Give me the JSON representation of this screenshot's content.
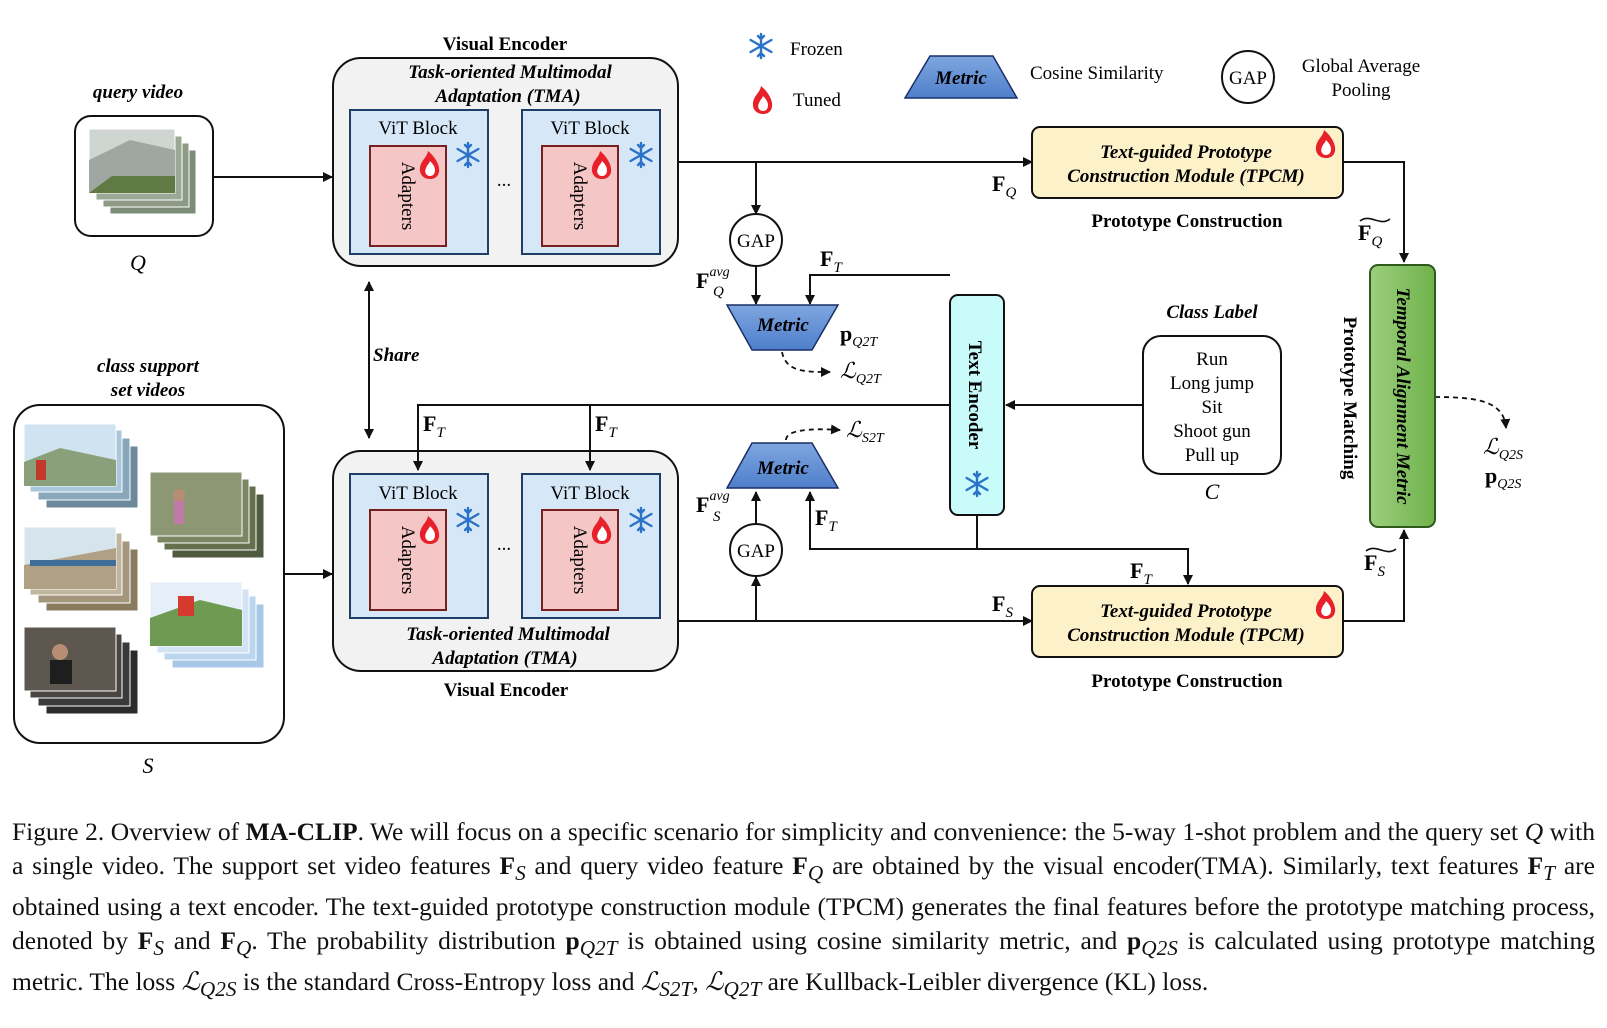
{
  "figure": {
    "legend": {
      "frozen": "Frozen",
      "tuned": "Tuned",
      "metric_symbol": "Metric",
      "metric_meaning": "Cosine Similarity",
      "gap_symbol": "GAP",
      "gap_meaning_line1": "Global Average",
      "gap_meaning_line2": "Pooling"
    },
    "query": {
      "title": "query video",
      "symbol": "Q"
    },
    "support": {
      "title_line1": "class support",
      "title_line2": "set videos",
      "symbol": "S"
    },
    "visual_encoder_top": {
      "title": "Visual Encoder",
      "tma_line1": "Task-oriented Multimodal",
      "tma_line2": "Adaptation (TMA)",
      "block_label": "ViT Block",
      "adapter_label": "Adapters",
      "ellipsis": "..."
    },
    "visual_encoder_bottom": {
      "title": "Visual Encoder",
      "tma_line1": "Task-oriented Multimodal",
      "tma_line2": "Adaptation (TMA)",
      "block_label": "ViT Block",
      "adapter_label": "Adapters",
      "ellipsis": "..."
    },
    "share_label": "Share",
    "gap": "GAP",
    "metric": "Metric",
    "text_encoder": "Text Encoder",
    "class_label": {
      "title": "Class Label",
      "items": [
        "Run",
        "Long jump",
        "Sit",
        "Shoot gun",
        "Pull up"
      ],
      "symbol": "C"
    },
    "tpcm": {
      "line1": "Text-guided Prototype",
      "line2": "Construction Module (TPCM)",
      "caption": "Prototype Construction"
    },
    "prototype_matching": "Prototype Matching",
    "temporal_alignment": "Temporal Alignment Metric",
    "labels": {
      "F": "F",
      "sub_Q": "Q",
      "sub_S": "S",
      "sub_T": "T",
      "sup_avg": "avg",
      "p": "p",
      "loss": "ℒ",
      "sub_Q2T": "Q2T",
      "sub_S2T": "S2T",
      "sub_Q2S": "Q2S"
    }
  },
  "caption": {
    "fig_num": "Figure 2. Overview of ",
    "model": "MA-CLIP",
    "s1": ". We will focus on a specific scenario for simplicity and convenience: the 5-way 1-shot problem and the query set ",
    "s2": " with a single video. The support set video features ",
    "s3": " and query video feature ",
    "s4": " are obtained by the visual encoder(TMA). Similarly, text features ",
    "s5": " are obtained using a text encoder. The text-guided prototype construction module (TPCM) generates the final features before the prototype matching process, denoted by ",
    "s6": " and ",
    "s7": ".  The probability distribution ",
    "s8": " is obtained using cosine similarity metric, and ",
    "s9": " is calculated using prototype matching metric. The loss ",
    "s10": " is the standard Cross-Entropy loss and ",
    "s11": ", ",
    "s12": " are Kullback-Leibler divergence (KL) loss.",
    "sym_Q": "Q",
    "sym_FS": "F",
    "sub_S": "S",
    "sym_FQ": "F",
    "sub_Q": "Q",
    "sym_FT": "F",
    "sub_T": "T",
    "sym_p": "p",
    "sub_Q2T": "Q2T",
    "sub_Q2S": "Q2S",
    "sym_L": "ℒ",
    "sub_S2T": "S2T"
  }
}
